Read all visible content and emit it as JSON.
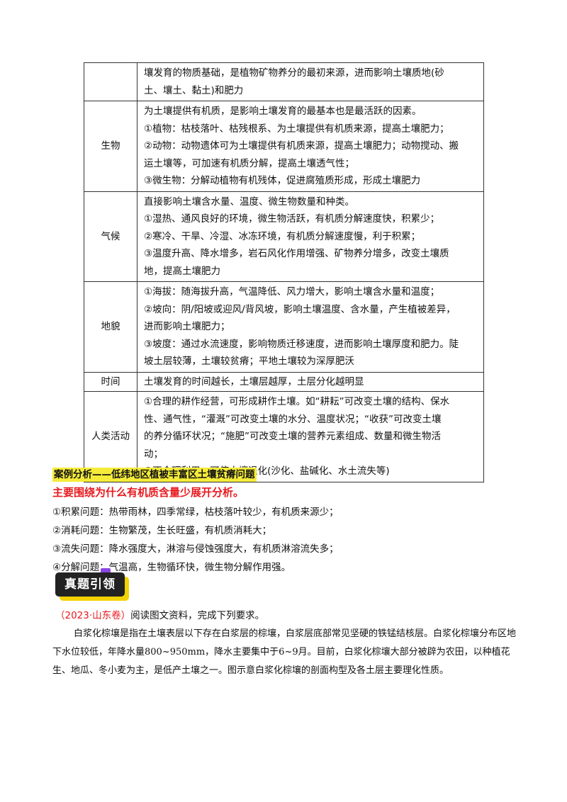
{
  "table": {
    "rows": [
      {
        "key": "parent",
        "label": "",
        "lines": [
          "壤发育的物质基础，是植物矿物养分的最初来源，进而影响土壤质地(砂",
          "土、壤土、黏土)和肥力"
        ]
      },
      {
        "key": "bio",
        "label": "生物",
        "lines": [
          "为土壤提供有机质，是影响土壤发育的最基本也是最活跃的因素。",
          "①植物：枯枝落叶、枯残根系、为土壤提供有机质来源，提高土壤肥力；",
          "②动物：动物遗体可为土壤提供有机质来源，提高土壤肥力；动物搅动、搬",
          "运土壤等，可加速有机质分解，提高土壤透气性；",
          "③微生物：分解动植物有机残体，促进腐殖质形成，形成土壤肥力"
        ]
      },
      {
        "key": "climate",
        "label": "气候",
        "lines": [
          "直接影响土壤含水量、温度、微生物数量和种类。",
          "①湿热、通风良好的环境，微生物活跃，有机质分解速度快，积累少；",
          "②寒冷、干旱、冷湿、冰冻环境，有机质分解速度慢，利于积累；",
          "③温度升高、降水增多，岩石风化作用增强、矿物养分增多，改变土壤质",
          "地，提高土壤肥力"
        ]
      },
      {
        "key": "terrain",
        "label": "地貌",
        "lines": [
          "①海拔：随海拔升高，气温降低、风力增大，影响土壤含水量和温度；",
          "②坡向：阴/阳坡或迎风/背风坡，影响土壤温度、含水量，产生植被差异，",
          "进而影响土壤肥力；",
          "③坡度：通过水流速度，影响物质迁移速度，进而影响土壤厚度和肥力。陡",
          "坡土层较薄，土壤较贫瘠；平地土壤较为深厚肥沃"
        ]
      },
      {
        "key": "time",
        "label": "时间",
        "lines": [
          "土壤发育的时间越长，土壤层越厚，土层分化越明显"
        ]
      },
      {
        "key": "human",
        "label": "人类活动",
        "lines": [
          "①合理的耕作经营，可形成耕作土壤。如“耕耘”可改变土壤的结构、保水",
          "性、通气性，“灌溉”可改变土壤的水分、温度状况；“收获”可改变土壤",
          "的养分循环状况；“施肥”可改变土壤的营养元素组成、数量和微生物活",
          "动；",
          "②不合理利用，可使土壤退化(沙化、盐碱化、水土流失等)"
        ]
      }
    ]
  },
  "case": {
    "title": "案例分析——低纬地区植被丰富区土壤贫瘠问题",
    "main_point": "主要围绕为什么有机质含量少展开分析。",
    "items": [
      "①积累问题：热带雨林，四季常绿，枯枝落叶较少，有机质来源少；",
      "②消耗问题：生物繁茂，生长旺盛，有机质消耗大；",
      "③流失问题：降水强度大，淋溶与侵蚀强度大，有机质淋溶流失多；",
      "④分解问题：气温高，生物循环快，微生物分解作用强。"
    ]
  },
  "section": {
    "badge": "真题引领"
  },
  "question": {
    "source": "（2023·山东卷）",
    "prompt": "阅读图文资料，完成下列要求。"
  },
  "passage": "白浆化棕壤是指在土壤表层以下存在白浆层的棕壤，白浆层底部常见坚硬的铁锰结核层。白浆化棕壤分布区地下水位较低，年降水量800~950mm，降水主要集中于6~9月。目前，白浆化棕壤大部分被辟为农田，以种植花生、地瓜、冬小麦为主，是低产土壤之一。图示意白浆化棕壤的剖面构型及各土层主要理化性质。",
  "colors": {
    "highlight": "#f5ec3a",
    "red_text": "#e8191e",
    "badge_bg": "#222222",
    "badge_shadow": "#f2d200",
    "badge_tag": "#8b46e0"
  }
}
